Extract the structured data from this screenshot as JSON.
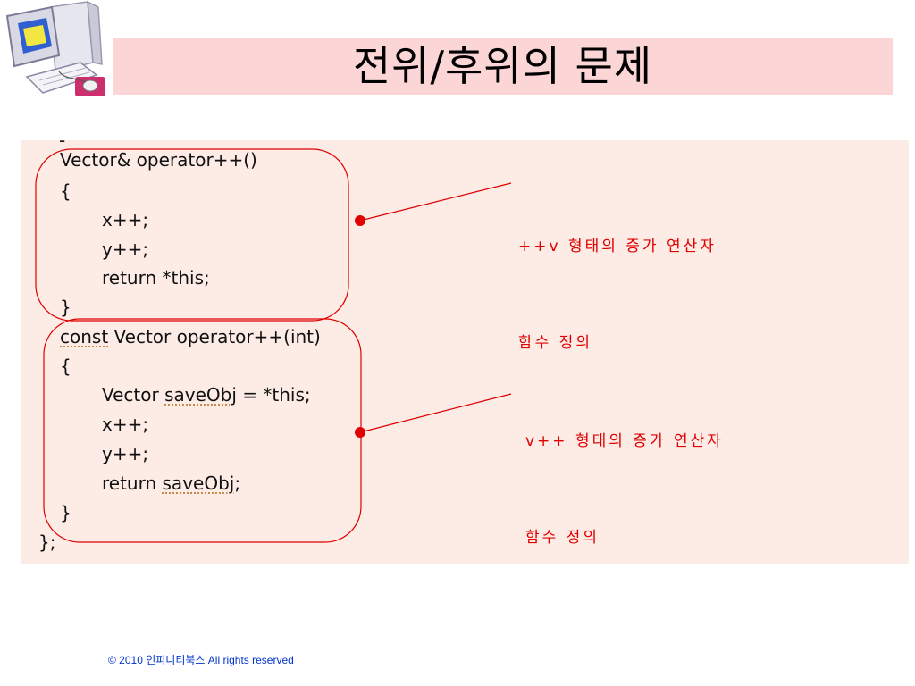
{
  "slide": {
    "title": "전위/후위의 문제"
  },
  "code": {
    "top_fragment": "-",
    "block1": [
      "Vector& operator++()",
      "{",
      "x++;",
      "y++;",
      "return *this;",
      "}"
    ],
    "block2_prefix": "const",
    "block2_rest": " Vector operator++(int)",
    "block2_open": "{",
    "block2_vector": "Vector ",
    "block2_saveobj": "saveObj",
    "block2_assign": " = *this;",
    "block2_x": "x++;",
    "block2_y": "y++;",
    "block2_return": "return ",
    "block2_return_obj": "saveObj",
    "block2_return_end": ";",
    "block2_close": "}",
    "class_end": "};"
  },
  "annotations": {
    "prefix_note_line1": "++v 형태의 증가 연산자",
    "prefix_note_line2": "함수 정의",
    "postfix_note_line1": "v++ 형태의 증가 연산자",
    "postfix_note_line2": "함수 정의"
  },
  "footer": {
    "copyright": "© 2010 인피니티북스  All rights reserved"
  },
  "colors": {
    "title_bar": "#fcd6d6",
    "code_panel": "#fdece6",
    "annotation_red": "#e00000",
    "footer_blue": "#0033cc"
  }
}
